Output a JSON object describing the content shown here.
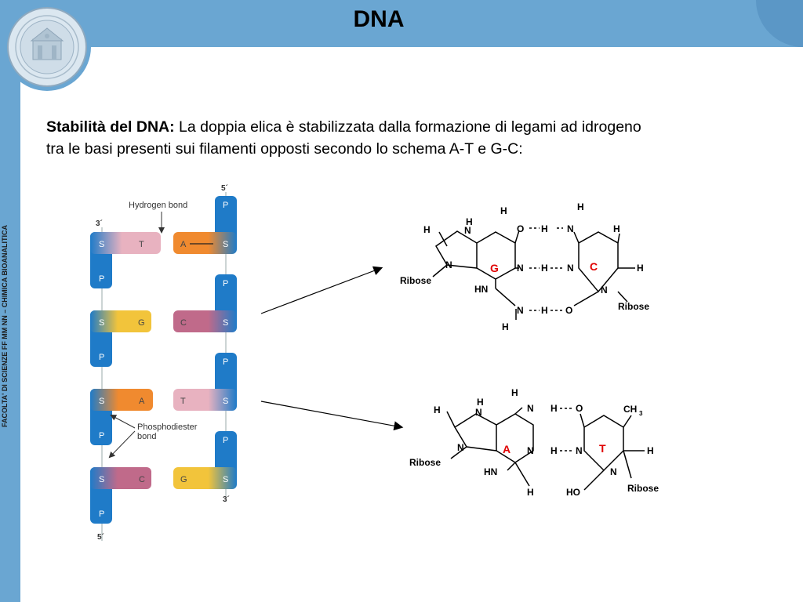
{
  "slide": {
    "title": "DNA",
    "side_label": "FACOLTA' DI SCIENZE FF MM NN – CHIMICA BIOANALITICA",
    "body_bold": "Stabilità del DNA:",
    "body_line1": " La doppia elica è stabilizzata dalla formazione di legami ad idrogeno",
    "body_line2": "tra le basi presenti sui filamenti opposti secondo lo schema A-T e G-C:"
  },
  "ladder": {
    "end_top_left": "3´",
    "end_top_right": "5´",
    "end_bottom_left": "5´",
    "end_bottom_right": "3´",
    "hydrogen_bond_label": "Hydrogen bond",
    "phosphodiester_label_1": "Phosphodiester",
    "phosphodiester_label_2": "bond",
    "sugar": "S",
    "phosphate": "P",
    "left_bases": [
      "T",
      "G",
      "A",
      "C"
    ],
    "right_bases": [
      "A",
      "C",
      "T",
      "G"
    ]
  },
  "gc_pair": {
    "g_label": "G",
    "c_label": "C",
    "ribose": "Ribose",
    "H": "H",
    "N": "N",
    "O": "O",
    "HN": "HN"
  },
  "at_pair": {
    "a_label": "A",
    "t_label": "T",
    "ribose": "Ribose",
    "H": "H",
    "N": "N",
    "O": "O",
    "HN": "HN",
    "HO": "HO",
    "CH": "CH",
    "sub3": "3"
  },
  "colors": {
    "frame_blue": "#6aa6d2",
    "strand_blue": "#1f7bc8",
    "base_T": "#e8b2c0",
    "base_G": "#f2c43b",
    "base_A": "#f08a2f",
    "base_C": "#c06a8a",
    "label_red": "#e00000"
  }
}
